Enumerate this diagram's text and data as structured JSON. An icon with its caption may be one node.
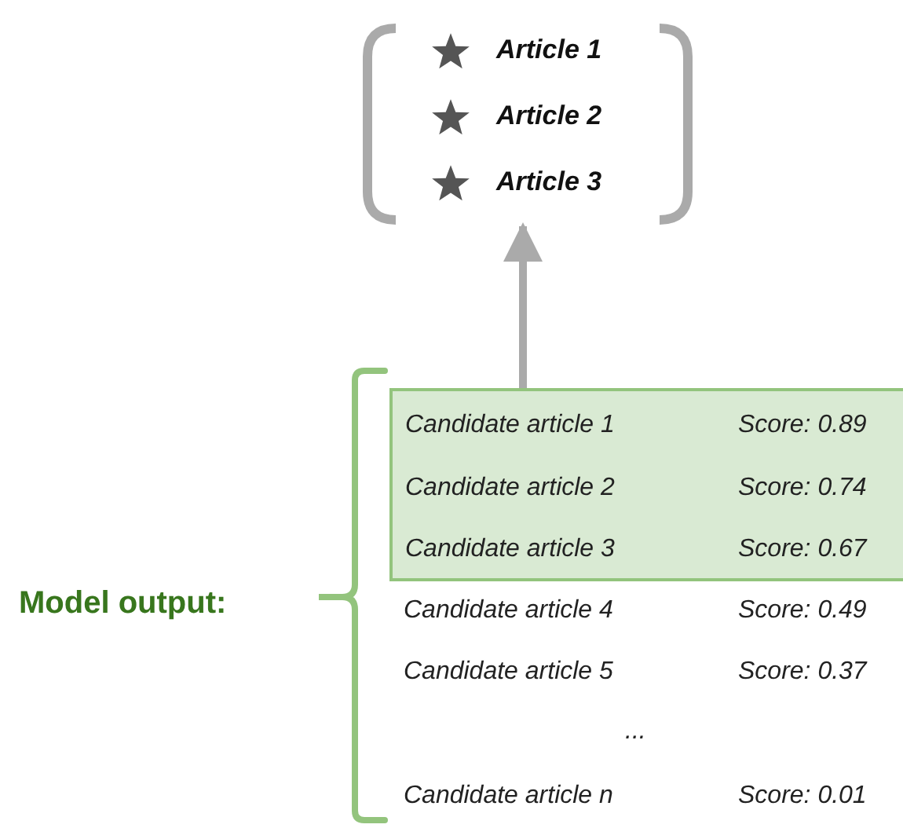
{
  "diagram": {
    "nodes": [
      {
        "text": [
          "Article 1",
          "Article 2",
          "Article 3"
        ]
      },
      {
        "text": [
          "Candidate article 1",
          "Score: 0.89",
          "Candidate article 2",
          "Score: 0.74",
          "Candidate article 3",
          "Score: 0.67"
        ]
      }
    ],
    "edges": [
      {
        "from": 1,
        "to": 0,
        "arrow": "to"
      }
    ],
    "labels": [
      "Model output:",
      "Candidate article 4",
      "Score: 0.49",
      "Candidate article 5",
      "Score: 0.37",
      "...",
      "Candidate article n",
      "Score: 0.01"
    ]
  }
}
